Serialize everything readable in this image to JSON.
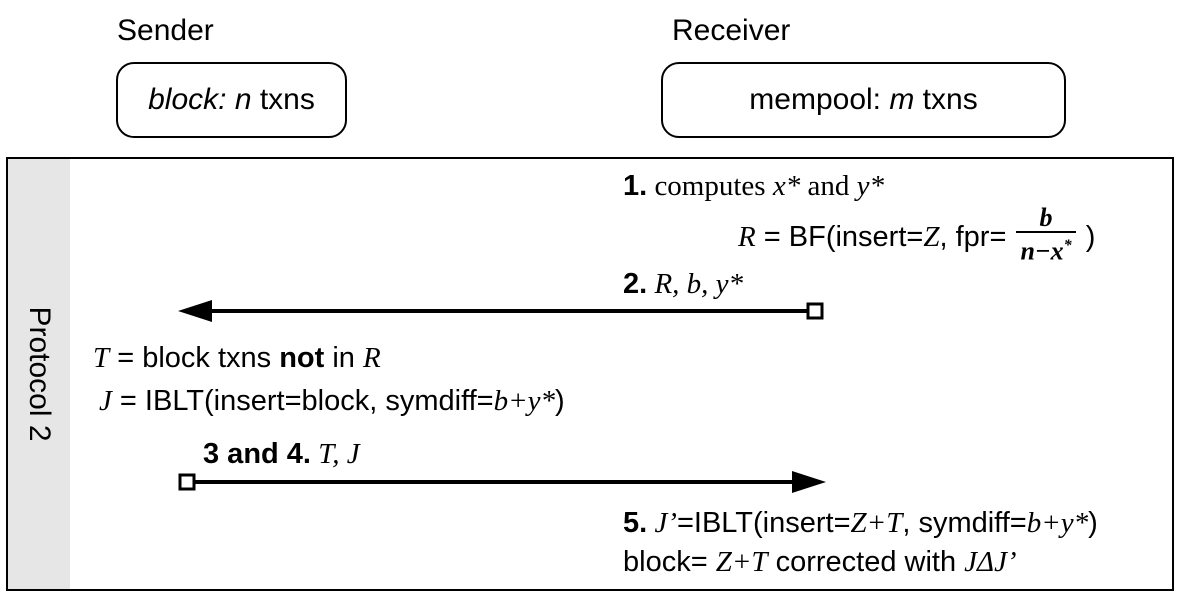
{
  "parties": {
    "sender": {
      "label": "Sender",
      "box_italic": "block:",
      "box_var": "n",
      "box_suffix": " txns"
    },
    "receiver": {
      "label": "Receiver",
      "box_prefix": "mempool: ",
      "box_var": "m",
      "box_suffix": " txns"
    }
  },
  "protocol_label": "Protocol 2",
  "steps": {
    "step1": {
      "num": "1.",
      "text_pre": " computes ",
      "x_star": "x*",
      "and": " and ",
      "y_star": "y*",
      "eq_var": "R",
      "eq_text": " = BF(insert=",
      "eq_z": "Z",
      "eq_text2": ", fpr= ",
      "frac_num": "b",
      "frac_den": "n−x",
      "frac_sup": "*",
      "eq_close": " )"
    },
    "step2": {
      "num": "2.",
      "text": " R, b, y*"
    },
    "sender_ops": {
      "t_var": "T",
      "t_text": " = block txns ",
      "t_bold": "not",
      "t_text2": " in ",
      "t_r": "R",
      "j_var": "J",
      "j_text": " = IBLT(insert=block, symdiff=",
      "j_expr": "b+y*",
      "j_close": ")"
    },
    "step34": {
      "num": "3 and 4.",
      "text": " T, J"
    },
    "step5": {
      "num": "5.",
      "j_prime": " J’",
      "text1": "=IBLT(insert=",
      "zt": "Z+T",
      "text2": ", symdiff=",
      "expr": "b+y*",
      "close": ")",
      "line2_pre": "block= ",
      "line2_zt": "Z+T",
      "line2_mid": " corrected with ",
      "line2_expr": "JΔJ’"
    }
  }
}
